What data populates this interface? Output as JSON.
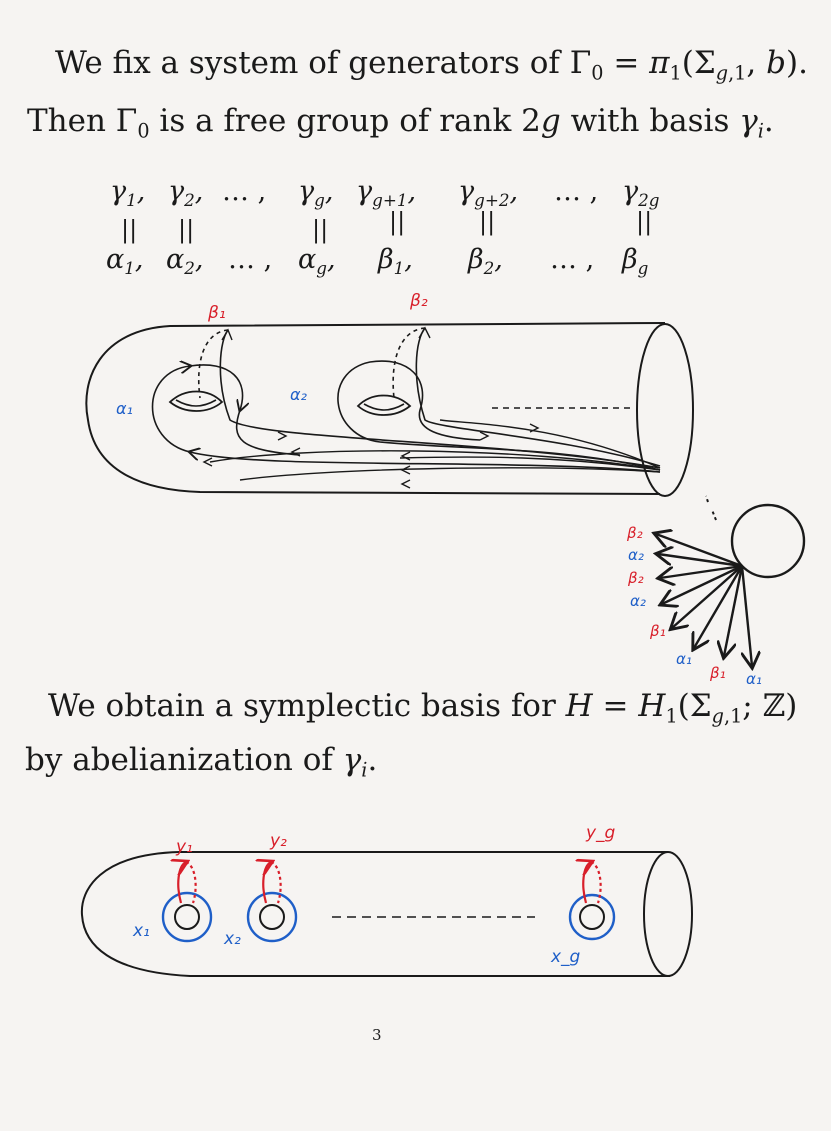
{
  "intro": {
    "line1": "We fix a system of generators of Γ₀ = π₁(Σ_{g,1}, b).",
    "line2": "Then Γ₀ is a free group of rank 2g with basis γᵢ."
  },
  "generators": {
    "gammas": [
      "γ₁,",
      "γ₂,",
      "… ,",
      "γ_g,",
      "γ_{g+1},",
      "γ_{g+2},",
      "… ,",
      "γ_{2g}"
    ],
    "equals": [
      "||",
      "||",
      "||",
      "||",
      "||",
      "||"
    ],
    "alphas_betas": [
      "α₁,",
      "α₂,",
      "… ,",
      "α_g,",
      "β₁,",
      "β₂,",
      "… ,",
      "β_g"
    ]
  },
  "figure1": {
    "labels": {
      "beta1": "β₁",
      "beta2": "β₂",
      "alpha1": "α₁",
      "alpha2": "α₂"
    }
  },
  "figure2": {
    "labels": [
      "β₂",
      "α₂",
      "β₂",
      "α₂",
      "β₁",
      "α₁",
      "β₁",
      "α₁"
    ]
  },
  "conclusion": {
    "line1": "We obtain a symplectic basis for H = H₁(Σ_{g,1}; ℤ)",
    "line2": "by abelianization of γᵢ."
  },
  "figure3": {
    "labels": {
      "y1": "y₁",
      "y2": "y₂",
      "yg": "y_g",
      "x1": "x₁",
      "x2": "x₂",
      "xg": "x_g"
    }
  },
  "page_number": "3",
  "colors": {
    "ink": "#1a1a1a",
    "red": "#d81f2a",
    "blue": "#1f5fc8"
  }
}
